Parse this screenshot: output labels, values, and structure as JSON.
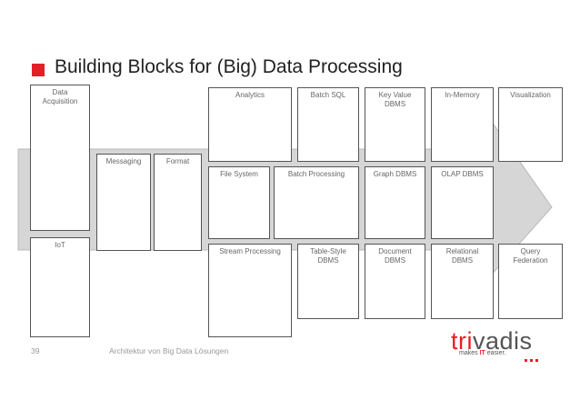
{
  "title": "Building Blocks for (Big) Data Processing",
  "boxes": {
    "data_acquisition": "Data\nAcquisition",
    "iot": "IoT",
    "messaging": "Messaging",
    "format": "Format",
    "analytics": "Analytics",
    "batch_sql": "Batch SQL",
    "key_value_dbms": "Key Value\nDBMS",
    "in_memory": "In-Memory",
    "visualization": "Visualization",
    "file_system": "File System",
    "batch_processing": "Batch Processing",
    "graph_dbms": "Graph DBMS",
    "olap_dbms": "OLAP DBMS",
    "stream_processing": "Stream Processing",
    "table_style_dbms": "Table-Style\nDBMS",
    "document_dbms": "Document\nDBMS",
    "relational_dbms": "Relational\nDBMS",
    "query_federation": "Query\nFederation"
  },
  "footer": {
    "page_number": "39",
    "text": "Architektur von Big Data Lösungen"
  },
  "logo": {
    "part1": "tri",
    "part2": "vadis",
    "tagline_prefix": "makes ",
    "tagline_highlight": "IT",
    "tagline_suffix": " easier."
  },
  "colors": {
    "accent": "#e32026",
    "arrow_fill": "#d6d6d6"
  }
}
